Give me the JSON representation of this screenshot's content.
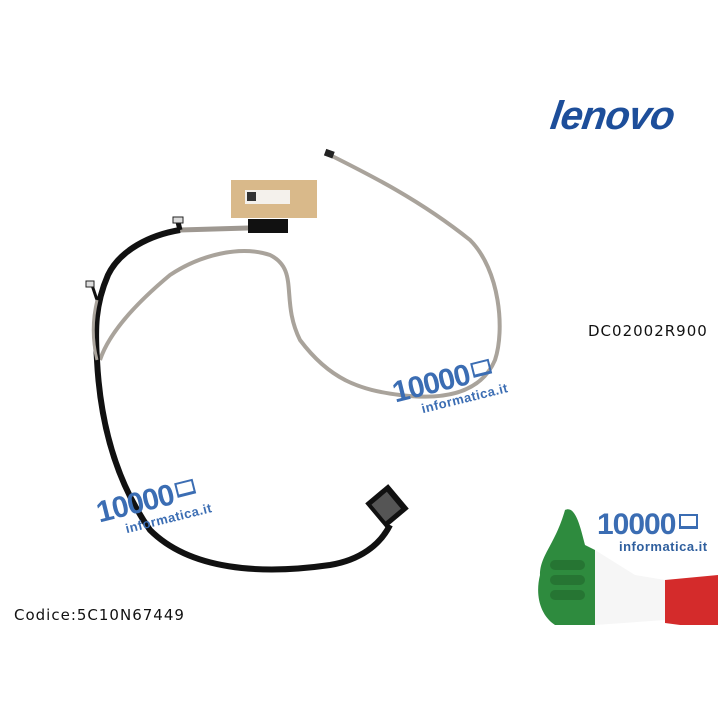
{
  "brand": {
    "logo_text": "lenovo",
    "color": "#1d4e9a"
  },
  "product": {
    "part_number": "DC02002R900",
    "code_label": "Codice:5C10N67449"
  },
  "watermark": {
    "number": "10000",
    "domain": "informatica.it",
    "color": "#3b6db3"
  },
  "badge": {
    "flag_colors": [
      "#2e8b3e",
      "#ffffff",
      "#d42b2b"
    ]
  }
}
